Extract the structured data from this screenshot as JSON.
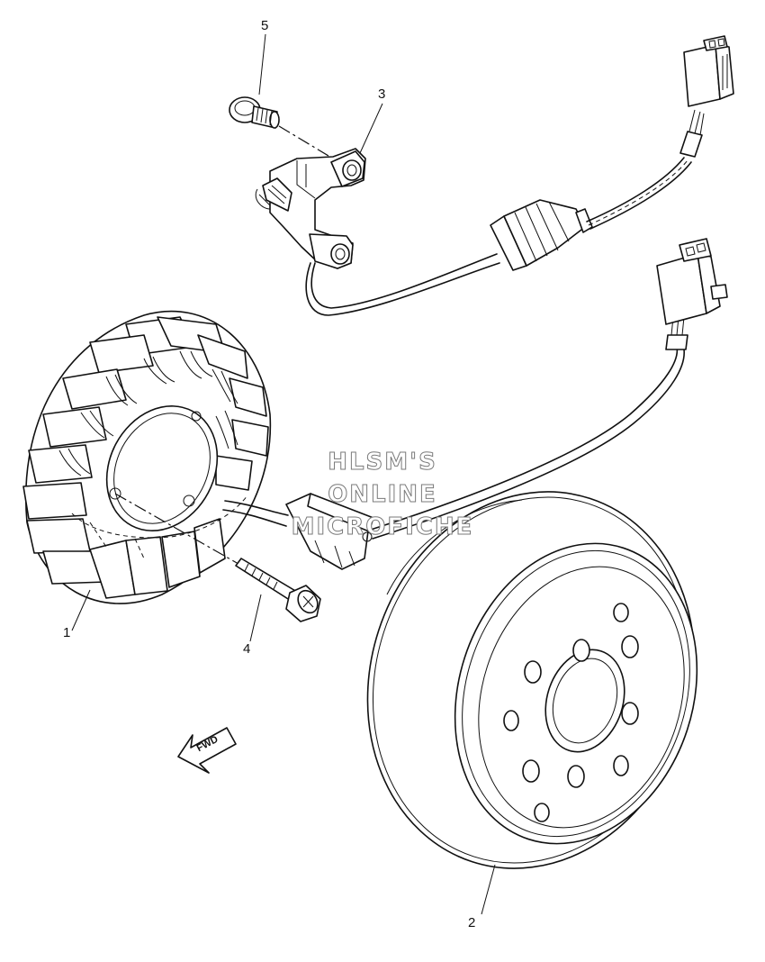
{
  "diagram": {
    "callouts": [
      {
        "id": "1",
        "label": "1"
      },
      {
        "id": "2",
        "label": "2"
      },
      {
        "id": "3",
        "label": "3"
      },
      {
        "id": "4",
        "label": "4"
      },
      {
        "id": "5",
        "label": "5"
      }
    ],
    "direction_arrow_label": "FWD",
    "watermark": {
      "line1": "HLSM'S",
      "line2": "ONLINE",
      "line3": "MICROFICHE"
    }
  }
}
